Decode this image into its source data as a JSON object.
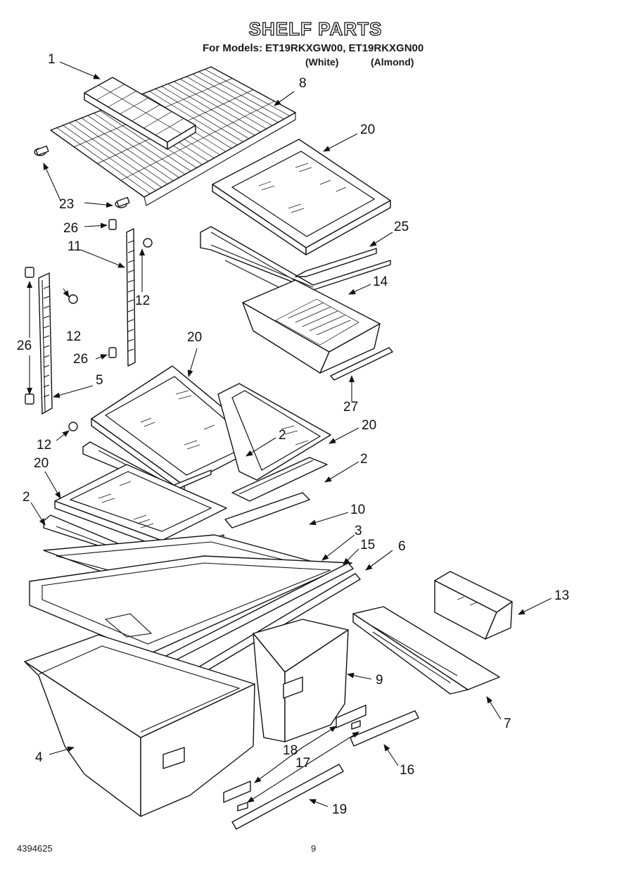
{
  "page": {
    "title": "SHELF PARTS",
    "models_line": "For Models: ET19RKXGW00, ET19RKXGN00",
    "variant_1": "(White)",
    "variant_2": "(Almond)",
    "doc_number": "4394625",
    "page_number": "9"
  },
  "callouts": {
    "c1": "1",
    "c8": "8",
    "c20a": "20",
    "c23": "23",
    "c26a": "26",
    "c25": "25",
    "c11": "11",
    "c12a": "12",
    "c14": "14",
    "c12b": "12",
    "c26b": "26",
    "c20b": "20",
    "c26c": "26",
    "c5": "5",
    "c27": "27",
    "c12c": "12",
    "c20c": "20",
    "c2a": "2",
    "c20d": "20",
    "c2b": "2",
    "c2c": "2",
    "c10": "10",
    "c3": "3",
    "c15": "15",
    "c6": "6",
    "c13": "13",
    "c9": "9",
    "c4": "4",
    "c7": "7",
    "c18": "18",
    "c17": "17",
    "c16": "16",
    "c19": "19"
  }
}
